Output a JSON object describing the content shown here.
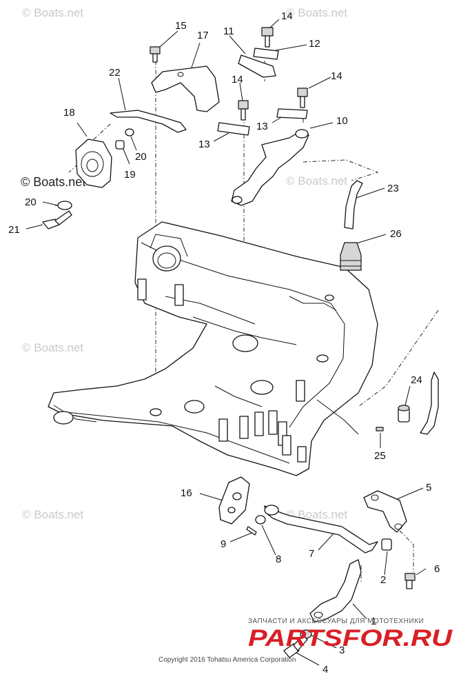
{
  "watermarks": {
    "boats_net": "© Boats.net",
    "boats_net_dark": "© Boats.net"
  },
  "labels": [
    "1",
    "2",
    "3",
    "4",
    "5",
    "6",
    "7",
    "8",
    "9",
    "10",
    "11",
    "12",
    "13",
    "13",
    "14",
    "14",
    "14",
    "15",
    "16",
    "17",
    "18",
    "19",
    "20",
    "20",
    "21",
    "22",
    "23",
    "24",
    "25",
    "26"
  ],
  "copyright": "Copyright 2016 Tohatsu America Corporation",
  "logo": {
    "tagline": "ЗАПЧАСТИ И АКСЕССУАРЫ ДЛЯ МОТОТЕХНИКИ",
    "name": "PARTSFOR.RU"
  }
}
